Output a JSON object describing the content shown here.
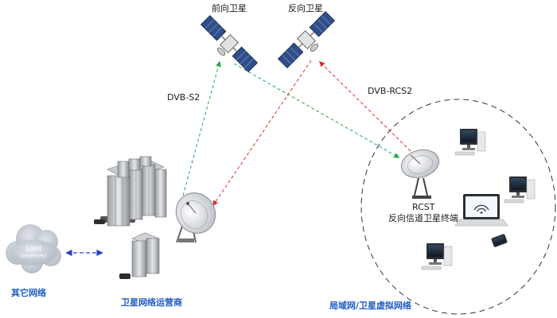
{
  "satellites": {
    "forward": "前向卫星",
    "return": "反向卫星"
  },
  "links": {
    "forward": "DVB-S2",
    "return": "DVB-RCS2"
  },
  "terminal": {
    "code": "RCST",
    "description": "反向信道卫星终端"
  },
  "cloud": {
    "line1": "互联网",
    "line2": "(Internet)"
  },
  "zones": {
    "other": "其它网络",
    "operator": "卫星网络运营商",
    "lan": "局域网/卫星虚拟网络"
  },
  "colors": {
    "forward_link": "#2aa84a",
    "return_link": "#d9302a",
    "internet_link": "#2a3fd0",
    "zone_label": "#1e5bc6"
  }
}
